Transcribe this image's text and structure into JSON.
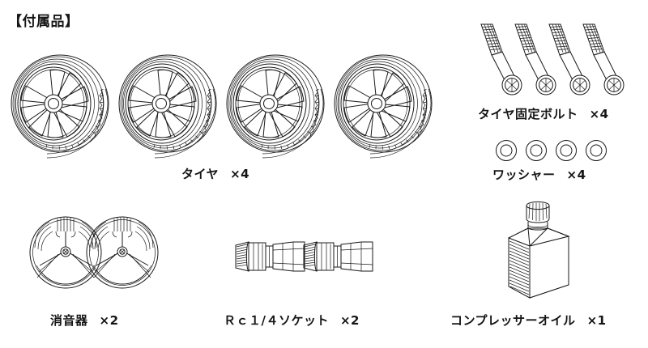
{
  "document": {
    "title": "【付属品】",
    "title_meaning": "Accessories",
    "background_color": "#ffffff",
    "line_color": "#1a1a1a",
    "text_color": "#151515"
  },
  "parts": [
    {
      "id": "tire",
      "name": "タイヤ",
      "quantity": "×4",
      "count": 4,
      "icon": "spoked-wheel-tire-icon",
      "row": 1,
      "column": "left"
    },
    {
      "id": "tire-fixing-bolt",
      "name": "タイヤ固定ボルト",
      "quantity": "×4",
      "count": 4,
      "icon": "socket-cap-bolt-icon",
      "row": 1,
      "column": "right"
    },
    {
      "id": "washer",
      "name": "ワッシャー",
      "quantity": "×4",
      "count": 4,
      "icon": "ring-washer-icon",
      "row": 2,
      "column": "right"
    },
    {
      "id": "muffler",
      "name": "消音器",
      "quantity": "×2",
      "count": 2,
      "icon": "circular-muffler-icon",
      "row": 3,
      "column": "left"
    },
    {
      "id": "rc14-socket",
      "name": "Ｒｃ１/４ソケット",
      "quantity": "×2",
      "count": 2,
      "icon": "quick-connect-socket-icon",
      "row": 3,
      "column": "center"
    },
    {
      "id": "compressor-oil",
      "name": "コンプレッサーオイル",
      "quantity": "×1",
      "count": 1,
      "icon": "oil-bottle-icon",
      "row": 3,
      "column": "right"
    }
  ]
}
